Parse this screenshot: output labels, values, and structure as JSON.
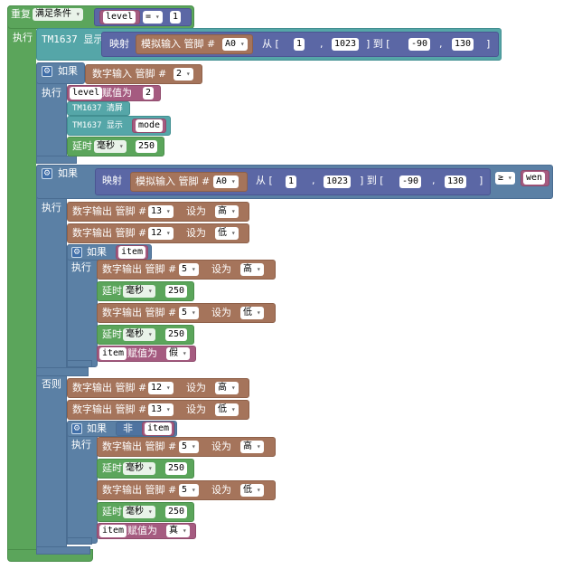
{
  "labels": {
    "repeat": "重复",
    "cond": "满足条件",
    "do": "执行",
    "if": "如果",
    "else": "否则",
    "tm_display": "TM1637 显示",
    "tm_clear": "TM1637 清屏",
    "map": "映射",
    "analog_in": "模拟输入 管脚 #",
    "digital_in": "数字输入 管脚 #",
    "digital_out": "数字输出 管脚 #",
    "from": "从 [",
    "to": "] 到 [",
    "close": "]",
    "comma": ",",
    "set_to": "设为",
    "delay": "延时",
    "assign": "赋值为",
    "not": "非",
    "eq": "=",
    "ge": "≥"
  },
  "values": {
    "level": "level",
    "one": "1",
    "a0": "A0",
    "from_low": "1",
    "from_high": "1023",
    "to_low": "-90",
    "to_high": "130",
    "pin2": "2",
    "mode": "mode",
    "ms": "毫秒",
    "delay250": "250",
    "wen": "wen",
    "pin13": "13",
    "pin12": "12",
    "pin5": "5",
    "high": "高",
    "low": "低",
    "item": "item",
    "false": "假",
    "true": "真"
  }
}
